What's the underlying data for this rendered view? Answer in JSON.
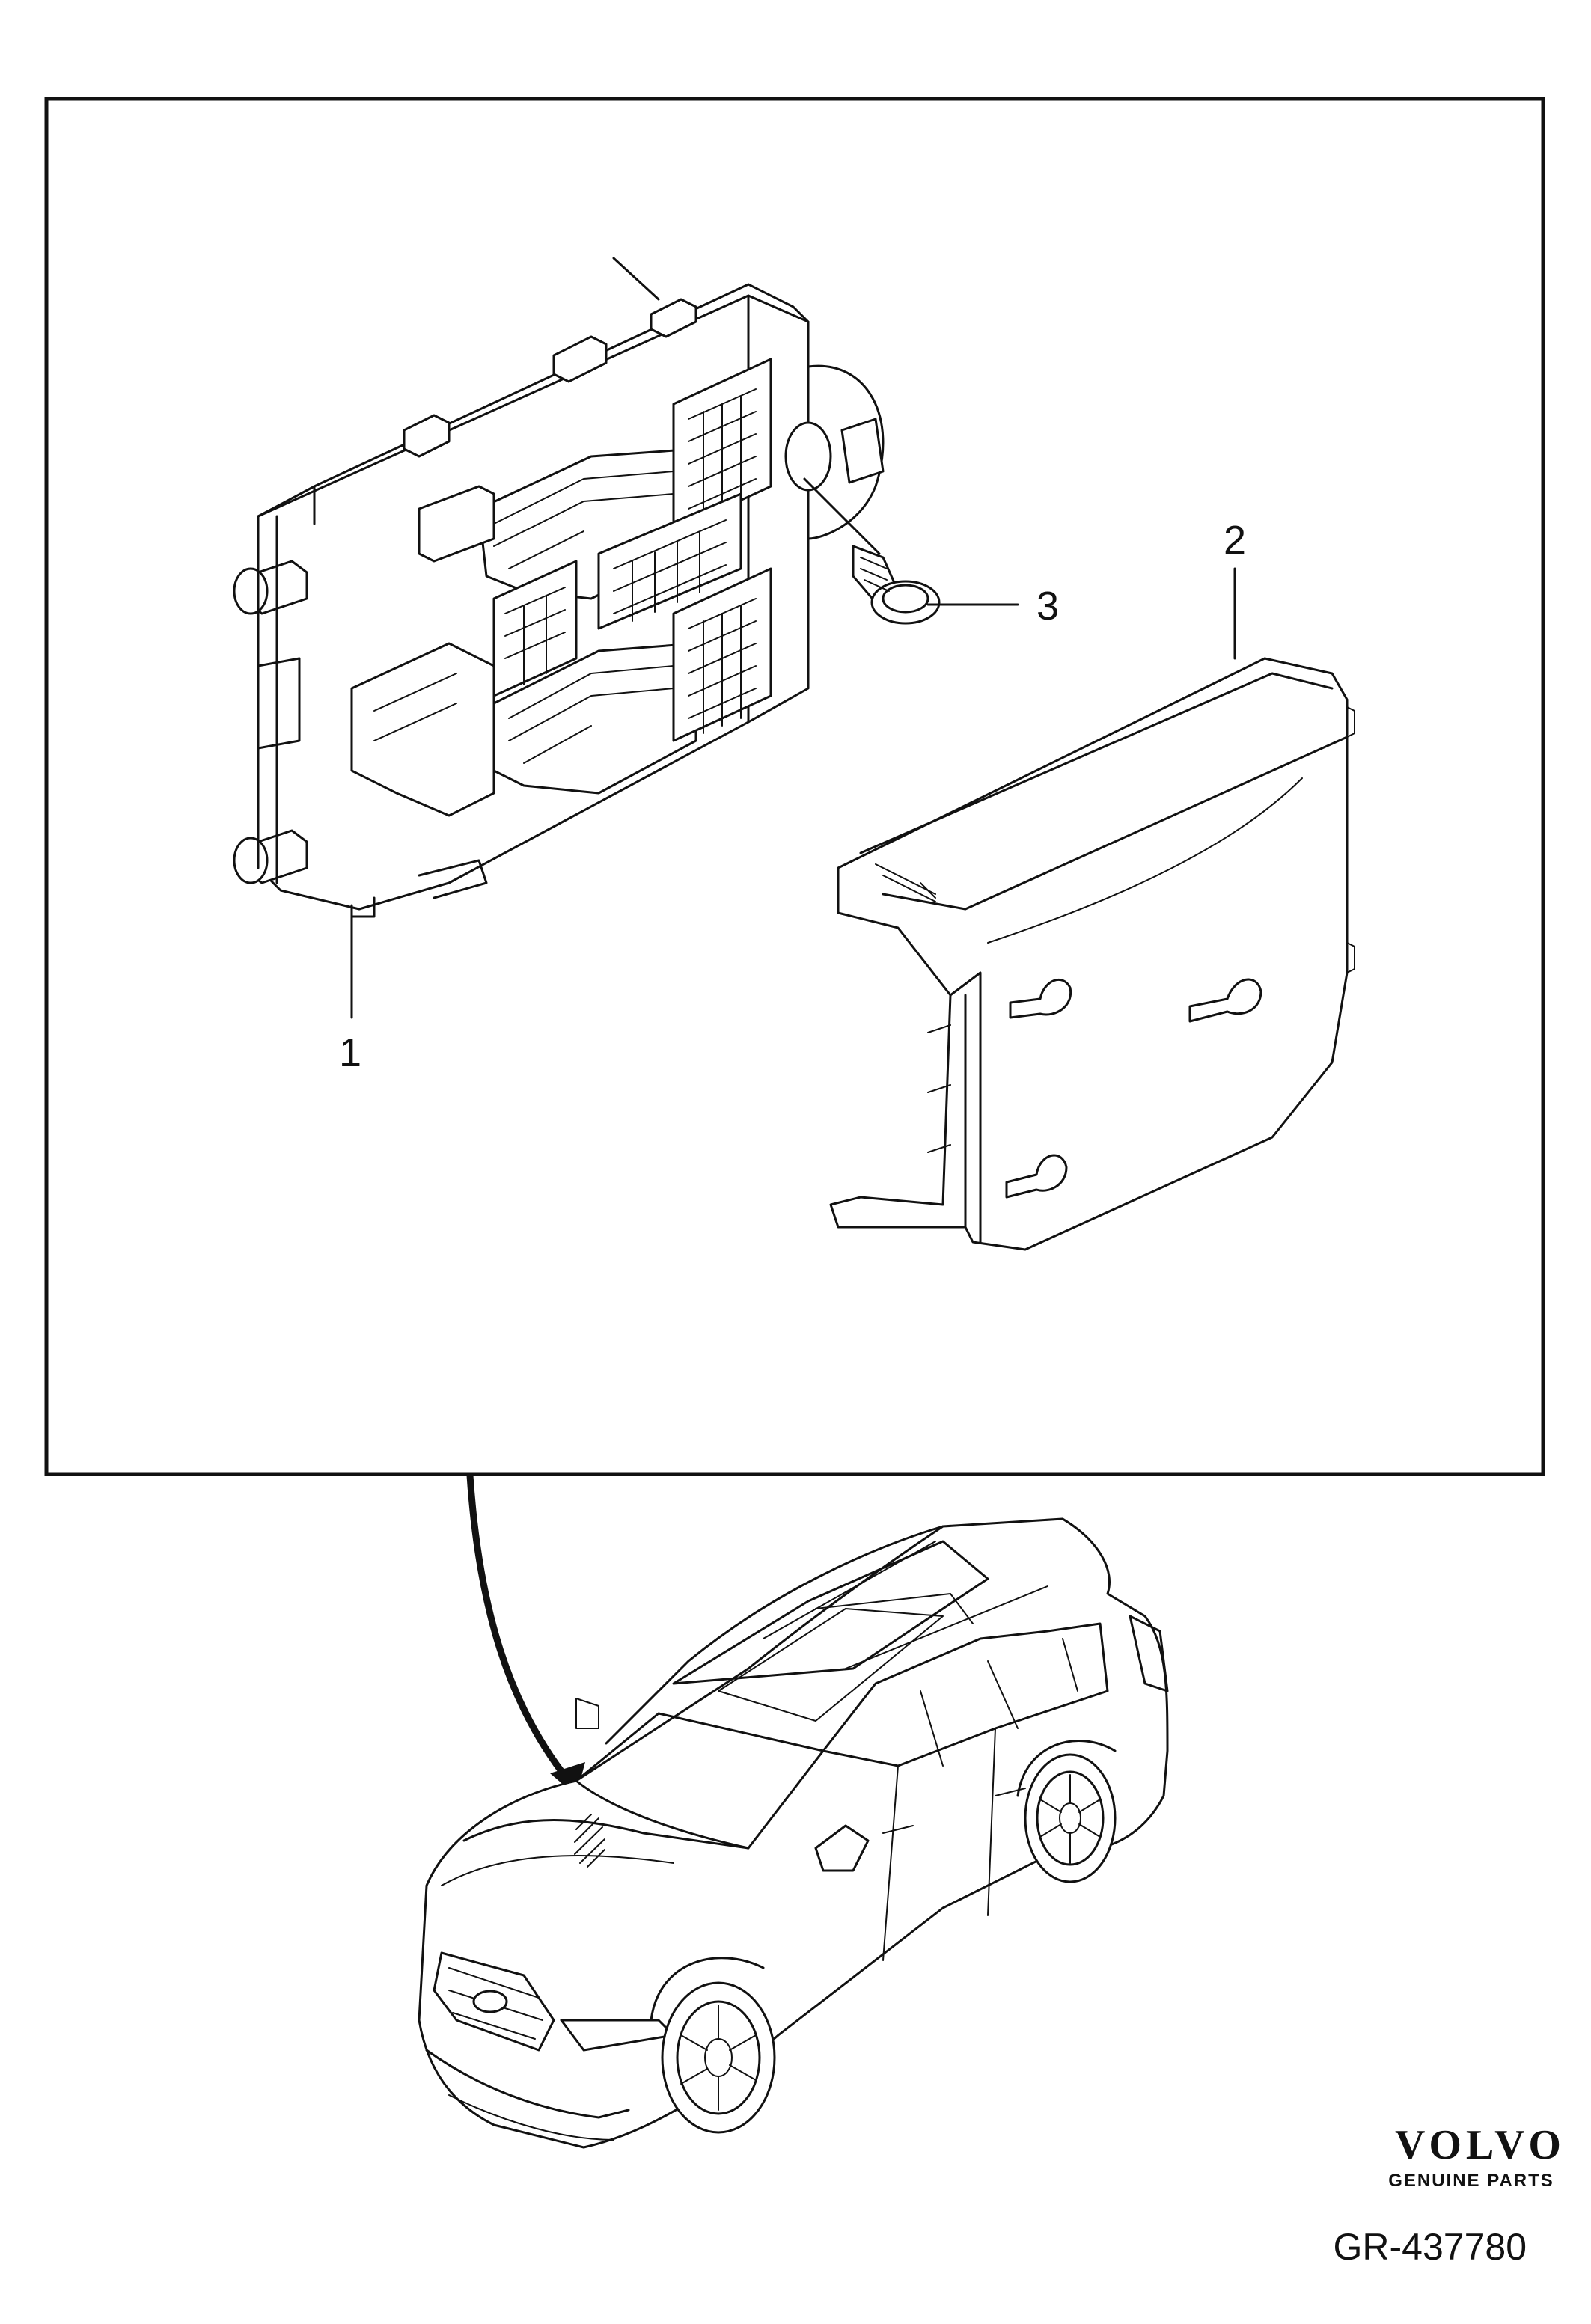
{
  "callouts": [
    {
      "id": "1",
      "label": "1"
    },
    {
      "id": "2",
      "label": "2"
    },
    {
      "id": "3",
      "label": "3"
    }
  ],
  "brand": {
    "wordmark": "VOLVO",
    "tagline": "GENUINE PARTS"
  },
  "figure_ref": "GR-437780",
  "colors": {
    "line": "#111111",
    "background": "#ffffff"
  }
}
